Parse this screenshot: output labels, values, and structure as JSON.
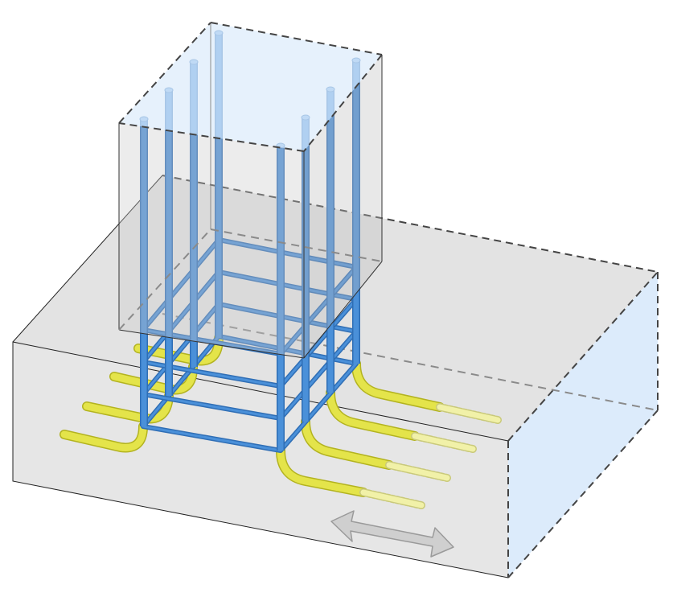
{
  "diagram": {
    "subject": "column-footing-rebar-connection",
    "colors": {
      "footing_fill": "#e3e3e3",
      "column_fill": "#d6d6d6",
      "cut_face_fill": "#dcebfb",
      "edge_line": "#222222",
      "cut_edge_dashed": "#444444",
      "hidden_edge_dashed": "#8a8a8a",
      "vertical_bar": "#4a90d9",
      "vertical_bar_dark": "#2f6eb5",
      "stirrup": "#3a7ec9",
      "starter_bar": "#e4e44a",
      "starter_bar_outline": "#b3b320",
      "starter_bar_faded": "#f1f1a8",
      "arrow_fill": "#cfcfcf",
      "arrow_stroke": "#9a9a9a"
    },
    "elements": {
      "vertical_bar_count": 8,
      "stirrup_count": 4,
      "starter_bar_count": 8,
      "direction_indicator": "double-headed-arrow"
    }
  }
}
